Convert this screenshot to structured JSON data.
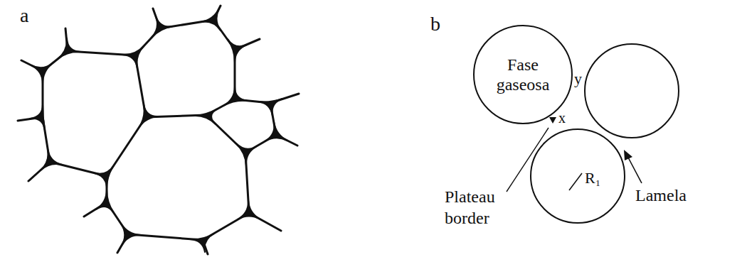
{
  "diagram": {
    "nodes": [
      {
        "text": [
          "Fase gaseosa"
        ]
      }
    ],
    "labels": [
      "a",
      "b",
      "y",
      "x",
      "Plateau border",
      "Lamela",
      "R₁"
    ]
  }
}
